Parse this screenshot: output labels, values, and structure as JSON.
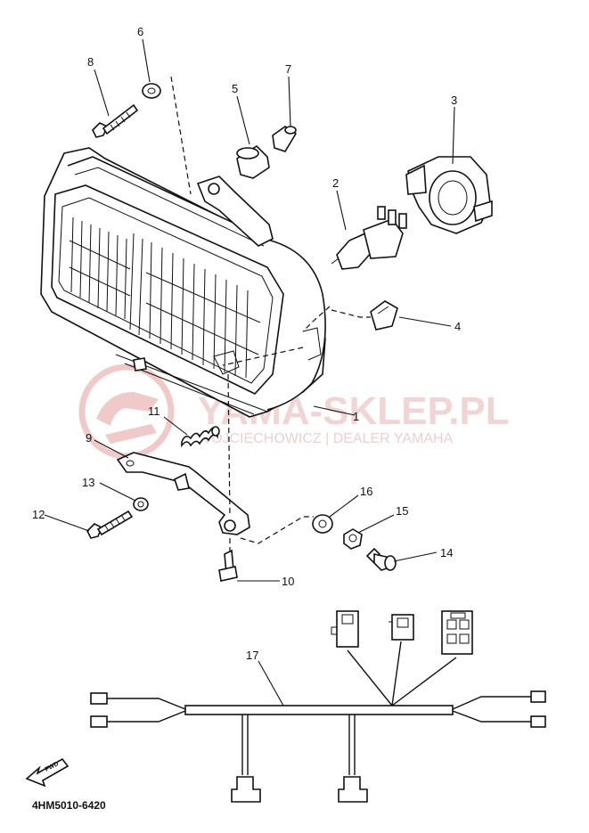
{
  "diagram": {
    "part_code": "4HM5010-6420",
    "front_marker": "FWD",
    "watermark": {
      "title": "YAMA-SKLEP.PL",
      "subtitle": "WOJCIECHOWICZ | DEALER YAMAHA"
    },
    "callouts": [
      {
        "id": "c1",
        "label": "1"
      },
      {
        "id": "c2",
        "label": "2"
      },
      {
        "id": "c3",
        "label": "3"
      },
      {
        "id": "c4",
        "label": "4"
      },
      {
        "id": "c5",
        "label": "5"
      },
      {
        "id": "c6",
        "label": "6"
      },
      {
        "id": "c7",
        "label": "7"
      },
      {
        "id": "c8",
        "label": "8"
      },
      {
        "id": "c9",
        "label": "9"
      },
      {
        "id": "c10",
        "label": "10"
      },
      {
        "id": "c11",
        "label": "11"
      },
      {
        "id": "c12",
        "label": "12"
      },
      {
        "id": "c13",
        "label": "13"
      },
      {
        "id": "c14",
        "label": "14"
      },
      {
        "id": "c15",
        "label": "15"
      },
      {
        "id": "c16",
        "label": "16"
      },
      {
        "id": "c17",
        "label": "17"
      }
    ]
  }
}
